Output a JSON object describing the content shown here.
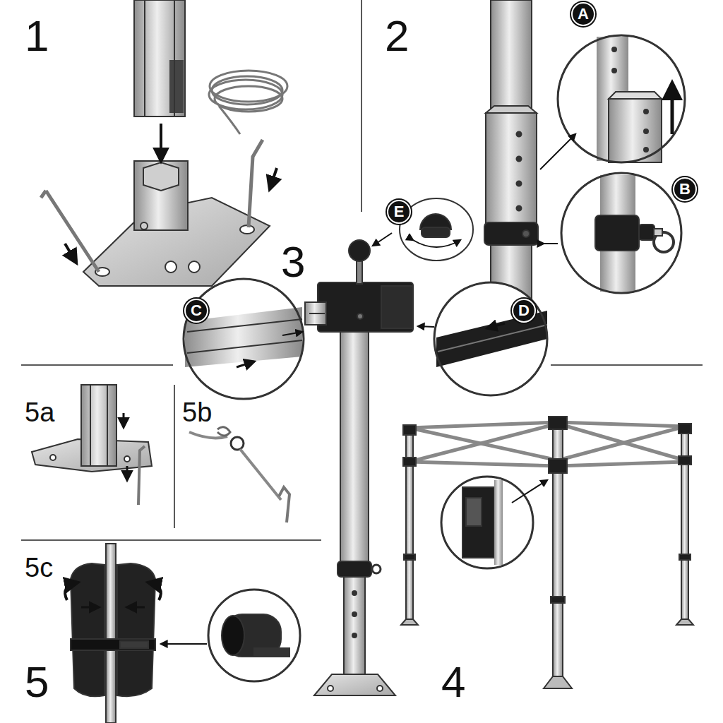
{
  "diagram": {
    "nodes": [
      {
        "text": [
          "A"
        ]
      },
      {
        "text": [
          "B"
        ]
      },
      {
        "text": [
          "E"
        ]
      },
      {
        "text": [
          "C"
        ]
      },
      {
        "text": [
          "D"
        ]
      }
    ],
    "labels": [
      "1",
      "2",
      "3",
      "5a",
      "5b",
      "4",
      "5c",
      "5"
    ]
  }
}
